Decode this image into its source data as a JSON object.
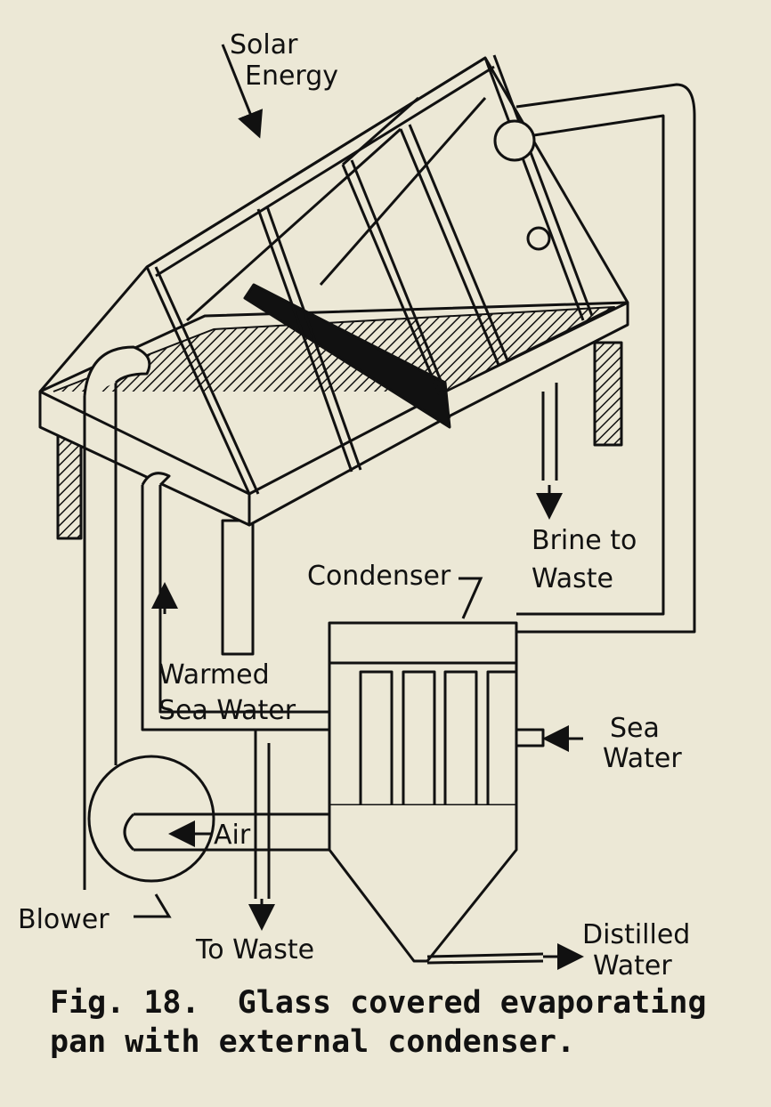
{
  "labels": {
    "solar_energy_1": "Solar",
    "solar_energy_2": "Energy",
    "brine_1": "Brine to",
    "brine_2": "Waste",
    "condenser": "Condenser",
    "warmed_1": "Warmed",
    "warmed_2": "Sea Water",
    "sea_1": "Sea",
    "sea_2": "Water",
    "air": "Air",
    "blower": "Blower",
    "to_waste": "To Waste",
    "distilled_1": "Distilled",
    "distilled_2": "Water"
  },
  "caption": {
    "line1": "Fig. 18.  Glass covered evaporating",
    "line2": "pan with external condenser."
  }
}
